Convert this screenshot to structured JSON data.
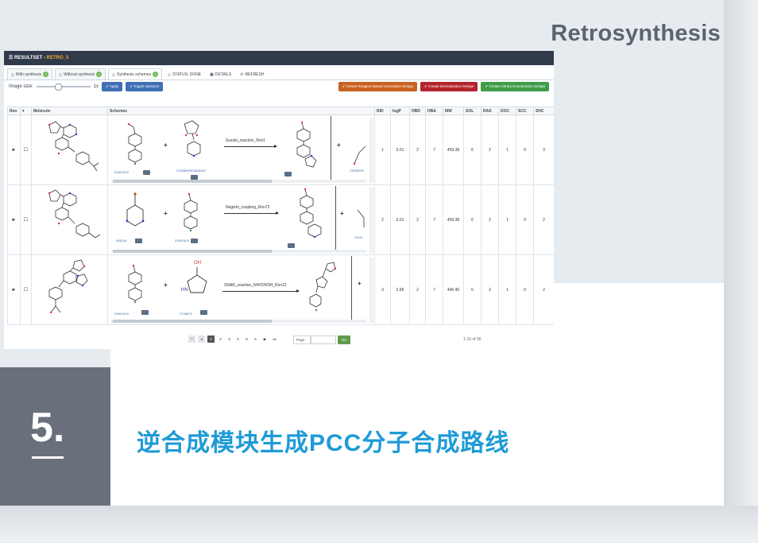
{
  "brand": {
    "title": "Retrosynthesis"
  },
  "app": {
    "title_prefix": "RESULTSET - ",
    "title_name": "RETRO_5",
    "tabs": [
      {
        "label": "With synthesis",
        "badge": "0"
      },
      {
        "label": "Without synthesis",
        "badge": "0"
      },
      {
        "label": "Synthesis schemes",
        "badge": "0"
      },
      {
        "label": "STATUS: DONE"
      },
      {
        "label": "DETAILS"
      },
      {
        "label": "REFRESH"
      }
    ],
    "toolbar": {
      "image_size_label": "Image size:",
      "zoom_value": "1x",
      "apply_label": "Apply",
      "toggle_selection_label": "Toggle selection",
      "reagent_design_label": "Create Reagent Based Generative Design",
      "derivatization_label": "Create Derivatization Design",
      "library_enum_label": "Create Library Enumeration Design"
    },
    "columns": [
      "Ren",
      "Molecule",
      "Schemes",
      "RID",
      "logP",
      "HBD",
      "HBA",
      "MW",
      "SOL",
      "RAS",
      "DOC",
      "SCC",
      "SHC"
    ],
    "rows": [
      {
        "reaction": "Suzuki_reaction_Rxn1",
        "reactant_a_id": "31607604",
        "reactant_b_id": "CDSB000011836447",
        "side_id": "CDSB000",
        "rid": "1",
        "logp": "2.01",
        "hbd": "2",
        "hba": "7",
        "mw": "459.38",
        "sol": "6",
        "ras": "2",
        "doc": "1",
        "scc": "0",
        "shc": "3"
      },
      {
        "reaction": "Negishi_coupling_Rxn72",
        "reactant_a_id": "406216",
        "reactant_b_id": "31607604",
        "side_id": "CS00",
        "rid": "2",
        "logp": "2.01",
        "hbd": "2",
        "hba": "7",
        "mw": "459.38",
        "sol": "6",
        "ras": "2",
        "doc": "1",
        "scc": "0",
        "shc": "2"
      },
      {
        "reaction": "SNAR_reactive_NH/OH/SH_Rxn12",
        "reactant_a_id": "31607604",
        "reactant_b_id": "2728674",
        "reactant_b_atom_oh": "OH",
        "reactant_b_atom_hn": "HN",
        "side_id": "",
        "rid": "3",
        "logp": "2.96",
        "hbd": "2",
        "hba": "7",
        "mw": "445.40",
        "sol": "6",
        "ras": "2",
        "doc": "1",
        "scc": "0",
        "shc": "2"
      }
    ],
    "pager": {
      "pages": [
        "1",
        "2",
        "3",
        "4",
        "5",
        "6"
      ],
      "current": "1",
      "page_label": "Page",
      "go_label": "Go",
      "count_text": "1-10 of 56"
    }
  },
  "section": {
    "number": "5",
    "dot": ".",
    "caption": "逆合成模块生成PCC分子合成路线"
  },
  "colors": {
    "accent_blue": "#1e9bd7",
    "block_gray": "#6a6f7c",
    "title_gray": "#5d6470"
  }
}
